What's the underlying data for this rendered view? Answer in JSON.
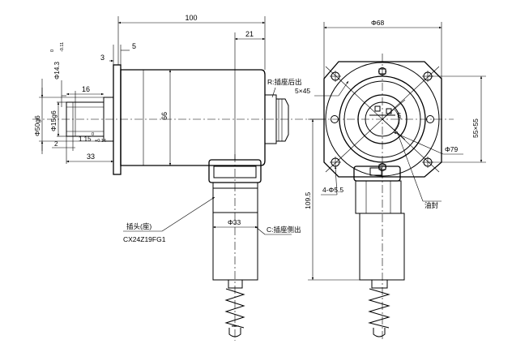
{
  "dimensions": {
    "overall_length": "100",
    "connector_offset": "21",
    "flange_3": "3",
    "flange_5": "5",
    "shaft_key_dia": "Φ14.3",
    "shaft_key_tol_upper": "0",
    "shaft_key_tol_lower": "-0.11",
    "spigot_dia": "Φ50g6",
    "shaft_dia": "Φ15g6",
    "shaft_len_16": "16",
    "groove_2": "2",
    "groove_width": "1.15",
    "groove_tol_upper": "0",
    "groove_tol_lower": "+0.14",
    "shaft_len_33": "33",
    "body_height": "66",
    "connector_dia": "Φ33",
    "flange_width": "Φ68",
    "bolt_spacing": "55×55",
    "pcd": "Φ79",
    "height_109": "109.5",
    "holes": "4-Φ5.5",
    "chamfer": "5×45",
    "angle_60": "60°"
  },
  "labels": {
    "rear_outlet": "R:插座后出",
    "side_outlet": "C:插座侧出",
    "plug_label": "插头(座)",
    "plug_model": "CX24Z19FG1",
    "oil_seal": "油封"
  }
}
